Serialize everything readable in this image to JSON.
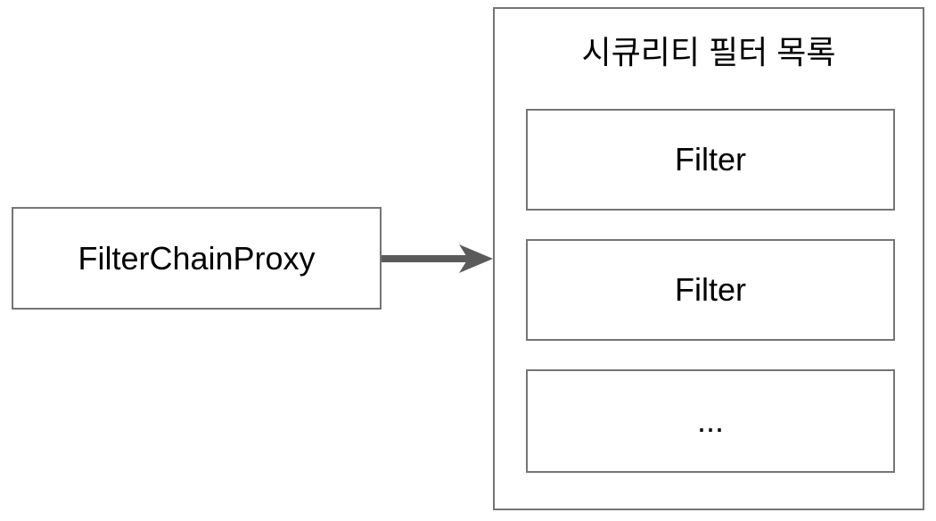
{
  "diagram": {
    "colors": {
      "background": "#ffffff",
      "border": "#757575",
      "arrow": "#5b5b5b",
      "text": "#000000"
    },
    "source_box": {
      "label": "FilterChainProxy"
    },
    "arrow": {
      "direction": "right"
    },
    "container": {
      "title": "시큐리티 필터 목록",
      "items": [
        {
          "label": "Filter"
        },
        {
          "label": "Filter"
        },
        {
          "label": "..."
        }
      ]
    }
  }
}
